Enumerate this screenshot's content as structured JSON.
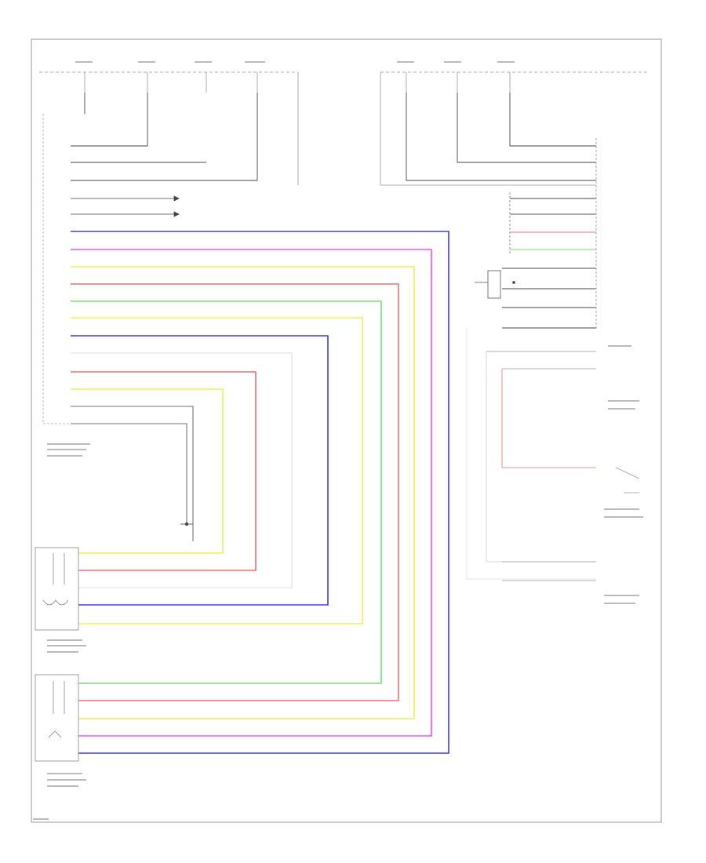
{
  "diagram": {
    "footer_code": "",
    "wires": [
      {
        "id": "w1",
        "color": "#3c3cf0"
      },
      {
        "id": "w2",
        "color": "#f050f0"
      },
      {
        "id": "w3",
        "color": "#f0f050"
      },
      {
        "id": "w4",
        "color": "#f07070"
      },
      {
        "id": "w5",
        "color": "#70e070"
      },
      {
        "id": "w6",
        "color": "#f0f050"
      },
      {
        "id": "w7",
        "color": "#3c3cf0"
      },
      {
        "id": "w8",
        "color": "#f07070"
      },
      {
        "id": "w9",
        "color": "#f0f050"
      }
    ]
  }
}
